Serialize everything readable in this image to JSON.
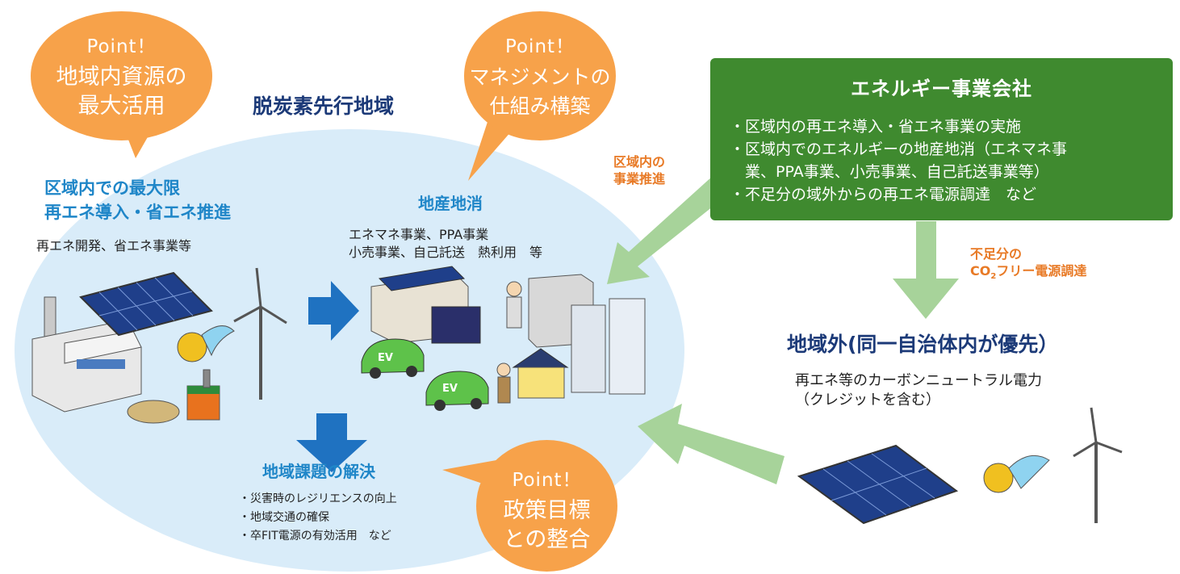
{
  "bubbles": {
    "b1": {
      "point": "Point！",
      "line1": "地域内資源の",
      "line2": "最大活用"
    },
    "b2": {
      "point": "Point！",
      "line1": "マネジメントの",
      "line2": "仕組み構築"
    },
    "b3": {
      "point": "Point！",
      "line1": "政策目標",
      "line2": "との整合"
    }
  },
  "region": {
    "title": "脱炭素先行地域",
    "maxuse": {
      "line1": "区域内での最大限",
      "line2": "再エネ導入・省エネ推進",
      "desc": "再エネ開発、省エネ事業等"
    },
    "local": {
      "title": "地産地消",
      "line1": "エネマネ事業、PPA事業",
      "line2": "小売事業、自己託送　熱利用　等"
    },
    "issues": {
      "title": "地域課題の解決",
      "items": [
        "・災害時のレジリエンスの向上",
        "・地域交通の確保",
        "・卒FIT電源の有効活用　など"
      ]
    }
  },
  "labels": {
    "promote1": "区域内の",
    "promote2": "事業推進",
    "shortage1": "不足分の",
    "shortage2_pre": "CO",
    "shortage2_sub": "2",
    "shortage2_post": "フリー電源調達",
    "ev": "EV"
  },
  "company": {
    "title": "エネルギー事業会社",
    "lines": [
      "・区域内の再エネ導入・省エネ事業の実施",
      "・区域内でのエネルギーの地産地消（エネマネ事",
      "　業、PPA事業、小売事業、自己託送事業等）",
      "・不足分の域外からの再エネ電源調達　など"
    ]
  },
  "outside": {
    "title": "地域外(同一自治体内が優先）",
    "line1": "再エネ等のカーボンニュートラル電力",
    "line2": "（クレジットを含む）"
  },
  "colors": {
    "orange": "#f7a24a",
    "green": "#3f8a2f",
    "light_green": "#a7d39a",
    "blue_arrow": "#1f72c1",
    "ellipse": "#d9ecf9",
    "navy": "#1c3a78"
  }
}
